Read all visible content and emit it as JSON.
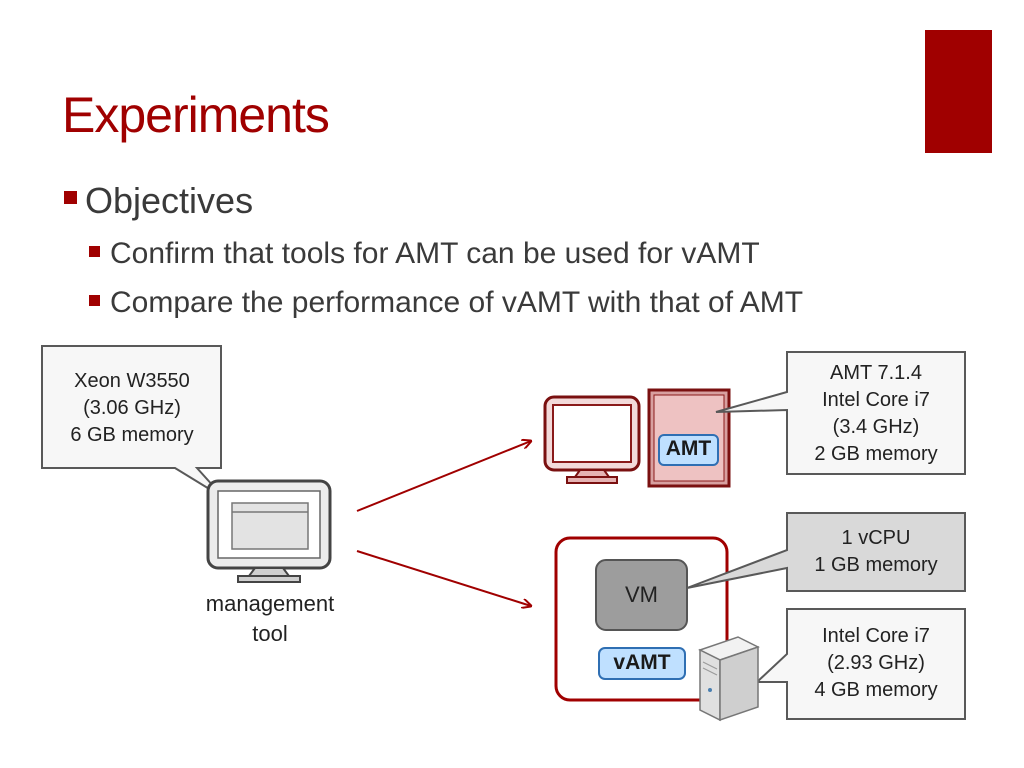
{
  "slide": {
    "title": "Experiments",
    "bullets": [
      {
        "text": "Objectives",
        "level": 1
      },
      {
        "text": "Confirm that tools for AMT can be used for vAMT",
        "level": 2
      },
      {
        "text": "Compare the performance of vAMT with that of AMT",
        "level": 2
      }
    ]
  },
  "diagram": {
    "management_callout": [
      "Xeon W3550",
      "(3.06 GHz)",
      "6 GB memory"
    ],
    "management_label": [
      "management",
      "tool"
    ],
    "amt_callout": [
      "AMT 7.1.4",
      "Intel Core i7",
      "(3.4 GHz)",
      "2 GB memory"
    ],
    "amt_badge": "AMT",
    "vm_label": "VM",
    "vamt_badge": "vAMT",
    "vcpu_callout": [
      "1 vCPU",
      "1 GB memory"
    ],
    "host_callout": [
      "Intel Core i7",
      "(2.93 GHz)",
      "4 GB memory"
    ]
  },
  "colors": {
    "accent": "#a00000",
    "badge_fill": "#bfe0ff",
    "badge_stroke": "#2f6fb3"
  },
  "icons": [
    "monitor-icon",
    "server-tower-icon",
    "arrow-icon"
  ]
}
